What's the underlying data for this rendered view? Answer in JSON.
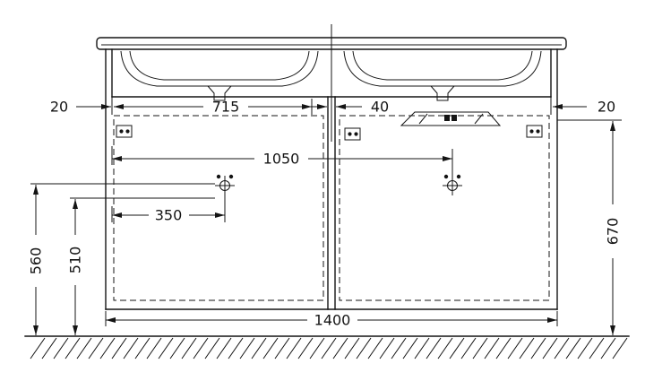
{
  "drawing": {
    "subject": "wall-hung double washbasin vanity unit, front elevation",
    "unit_system": "mm",
    "dimensions": {
      "top_left_offset": "20",
      "basin_width": "715",
      "center_gap": "40",
      "top_right_offset": "20",
      "handle_centers_span": "1050",
      "handle_left_offset": "350",
      "handle_height": "560",
      "secondary_height": "510",
      "right_height": "670",
      "overall_width": "1400"
    }
  }
}
